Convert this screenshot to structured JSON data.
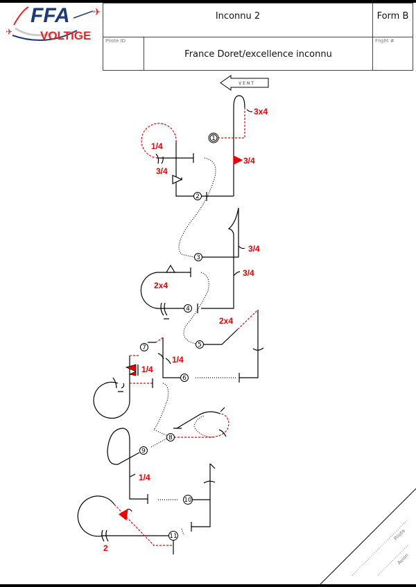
{
  "header": {
    "logo_text_top": "FFA",
    "logo_text_bottom": "VOLTIGE",
    "title": "Inconnu 2",
    "form": "Form B",
    "pilot_id_label": "Pilote ID",
    "subtitle": "France Doret/excellence inconnu",
    "flight_label": "Flight #"
  },
  "wind": {
    "label": "V E N T",
    "direction": "left"
  },
  "figures": {
    "f1": "1",
    "f2": "2",
    "f3": "3",
    "f4": "4",
    "f5": "5",
    "f6": "6",
    "f7": "7",
    "f8": "8",
    "f9": "9",
    "f10": "10",
    "f11": "11"
  },
  "roll_labels": {
    "l_3x4": "3x4",
    "l_3_4_a": "3/4",
    "l_1_4_a": "1/4",
    "l_3_4_b": "3/4",
    "l_3_4_c": "3/4",
    "l_3_4_d": "3/4",
    "l_2x4_a": "2x4",
    "l_2x4_b": "2x4",
    "l_1_4_b": "1/4",
    "l_1_4_c": "1/4",
    "l_1_4_d": "1/4",
    "l_2": "2"
  },
  "corner": {
    "pilot": "Pilote",
    "plane": "Avion"
  },
  "colors": {
    "red": "#ee0000",
    "blue": "#1a3a7a",
    "line": "#000000"
  }
}
